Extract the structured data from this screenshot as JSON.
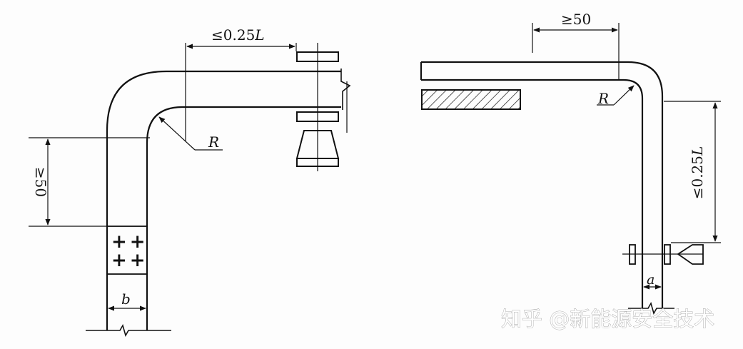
{
  "left_diagram": {
    "dim_top": "≤0.25",
    "dim_top_var": "L",
    "dim_left": "≥50",
    "radius_label": "R",
    "width_label": "b",
    "plus_marks": "++"
  },
  "right_diagram": {
    "dim_top": "≥50",
    "dim_right": "≤0.25",
    "dim_right_var": "L",
    "radius_label": "R",
    "width_label": "a"
  },
  "watermark": "知乎 @新能源安全技术",
  "colors": {
    "line": "#111111",
    "background": "#fdfdfd",
    "watermark_stroke": "#9a9a9a"
  }
}
